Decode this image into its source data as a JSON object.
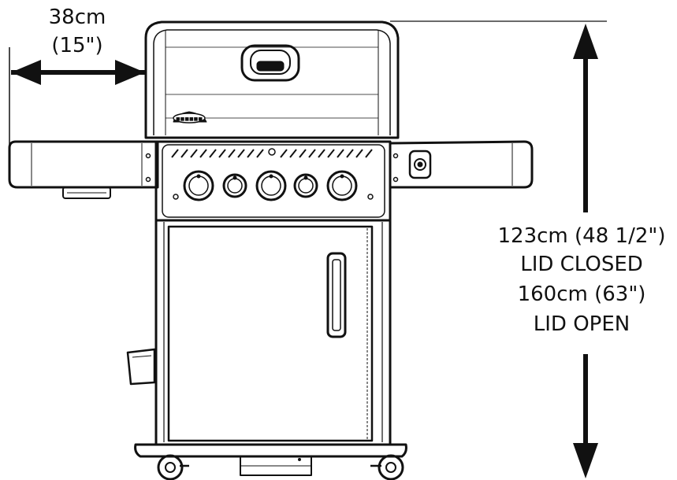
{
  "width_dimension": {
    "metric": "38cm",
    "imperial": "(15\")"
  },
  "height_dimension": {
    "line1": "123cm (48 1/2\")",
    "line2": "LID CLOSED",
    "line3": "160cm (63\")",
    "line4": "LID OPEN"
  },
  "colors": {
    "stroke": "#111111",
    "background": "#ffffff"
  }
}
